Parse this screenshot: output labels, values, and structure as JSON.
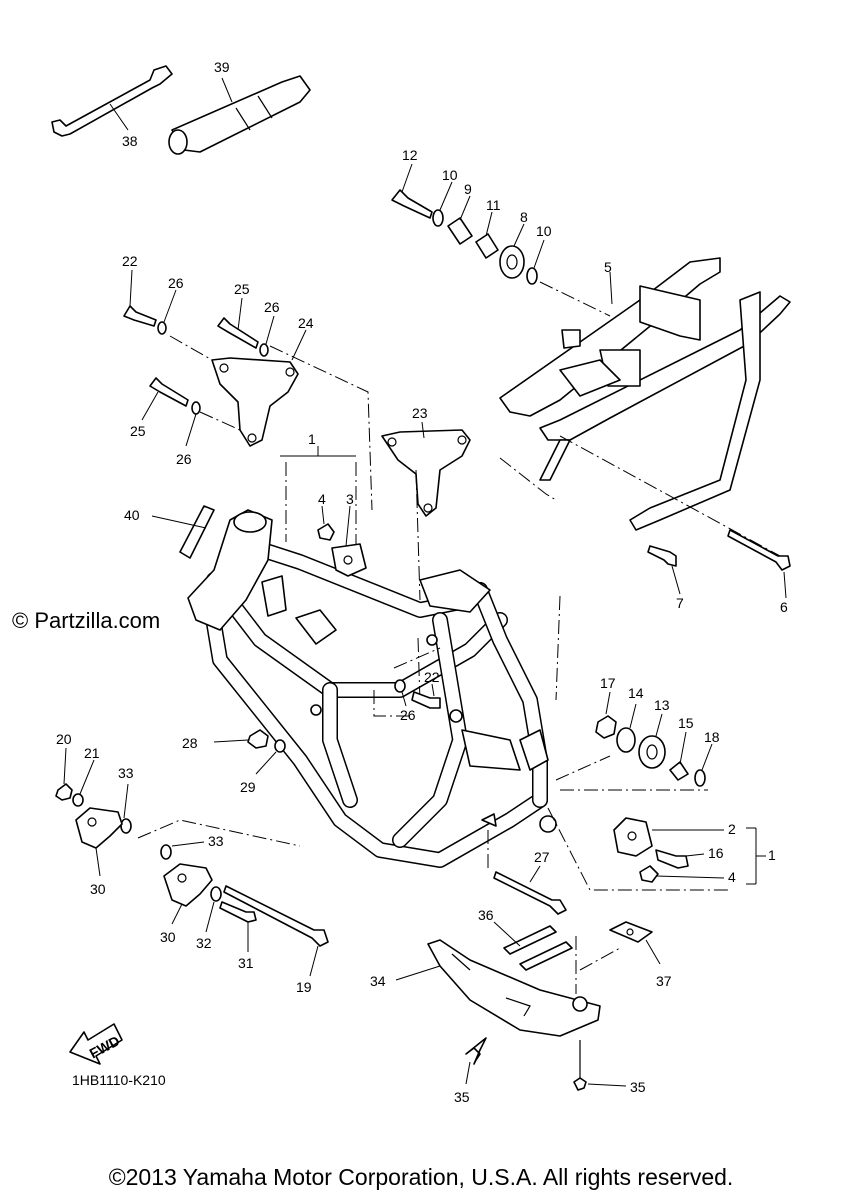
{
  "watermark": "© Partzilla.com",
  "diagram_code": "1HB1110-K210",
  "copyright": "©2013 Yamaha Motor Corporation, U.S.A. All rights reserved.",
  "fwd_label": "FWD",
  "callouts": {
    "c1a": "1",
    "c1b": "1",
    "c2": "2",
    "c3": "3",
    "c4a": "4",
    "c4b": "4",
    "c5": "5",
    "c6": "6",
    "c7": "7",
    "c8": "8",
    "c9": "9",
    "c10a": "10",
    "c10b": "10",
    "c11": "11",
    "c12": "12",
    "c13": "13",
    "c14": "14",
    "c15": "15",
    "c16": "16",
    "c17": "17",
    "c18": "18",
    "c19": "19",
    "c20": "20",
    "c21": "21",
    "c22a": "22",
    "c22b": "22",
    "c23": "23",
    "c24": "24",
    "c25a": "25",
    "c25b": "25",
    "c26a": "26",
    "c26b": "26",
    "c26c": "26",
    "c26d": "26",
    "c27": "27",
    "c28": "28",
    "c29": "29",
    "c30a": "30",
    "c30b": "30",
    "c31": "31",
    "c32": "32",
    "c33a": "33",
    "c33b": "33",
    "c34": "34",
    "c35a": "35",
    "c35b": "35",
    "c36": "36",
    "c37": "37",
    "c38": "38",
    "c39": "39",
    "c40": "40"
  }
}
